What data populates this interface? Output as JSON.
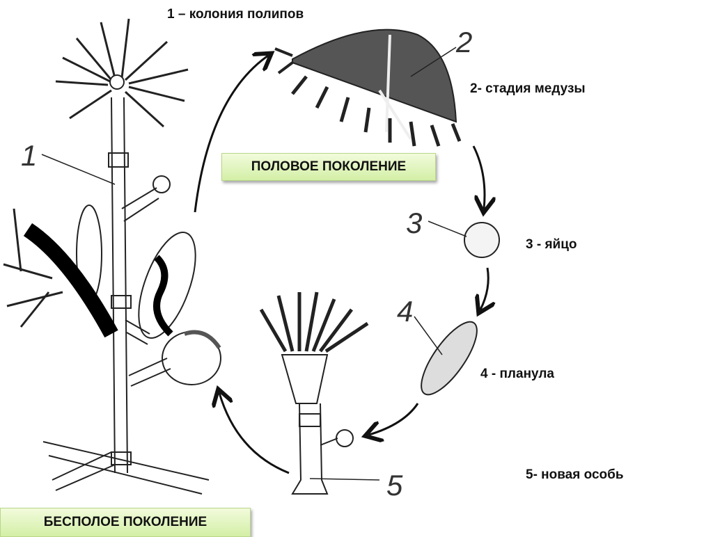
{
  "captions": {
    "c1": "1 – колония полипов",
    "c2": "2- стадия медузы",
    "c3": "3 - яйцо",
    "c4": "4 - планула",
    "c5": "5- новая особь"
  },
  "boxes": {
    "sexual": "ПОЛОВОЕ ПОКОЛЕНИЕ",
    "asexual": "БЕСПОЛОЕ ПОКОЛЕНИЕ"
  },
  "figure_numbers": [
    "1",
    "2",
    "3",
    "4",
    "5"
  ]
}
